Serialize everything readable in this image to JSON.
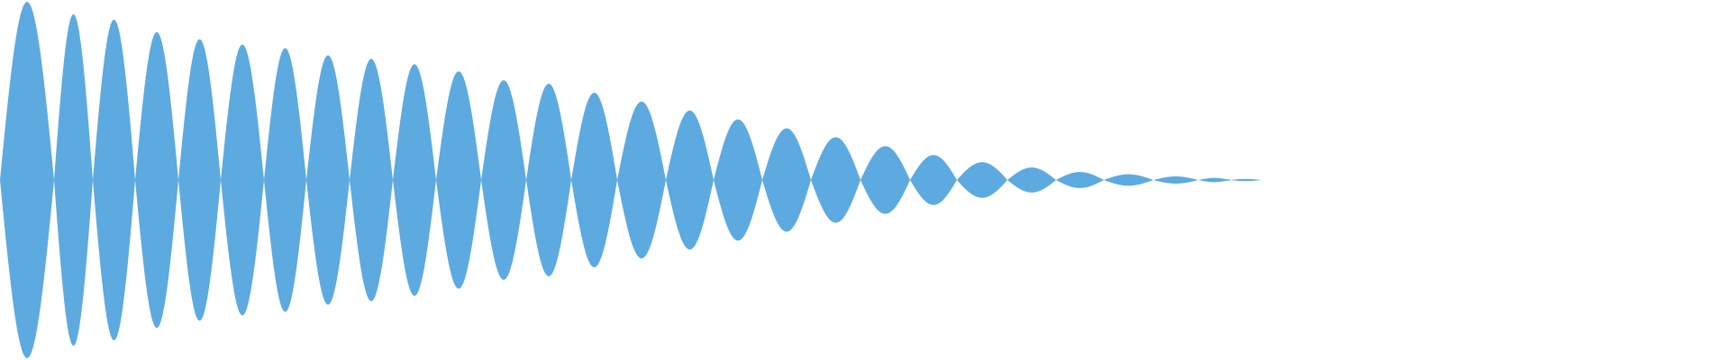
{
  "waveform": {
    "color": "#5DAAE0",
    "background": "#FFFFFF",
    "lobe_count": 28,
    "amplitudes": [
      1.0,
      0.93,
      0.9,
      0.83,
      0.79,
      0.76,
      0.74,
      0.7,
      0.68,
      0.65,
      0.61,
      0.56,
      0.54,
      0.49,
      0.44,
      0.39,
      0.34,
      0.29,
      0.24,
      0.19,
      0.14,
      0.1,
      0.07,
      0.045,
      0.032,
      0.02,
      0.012,
      0.006
    ]
  }
}
